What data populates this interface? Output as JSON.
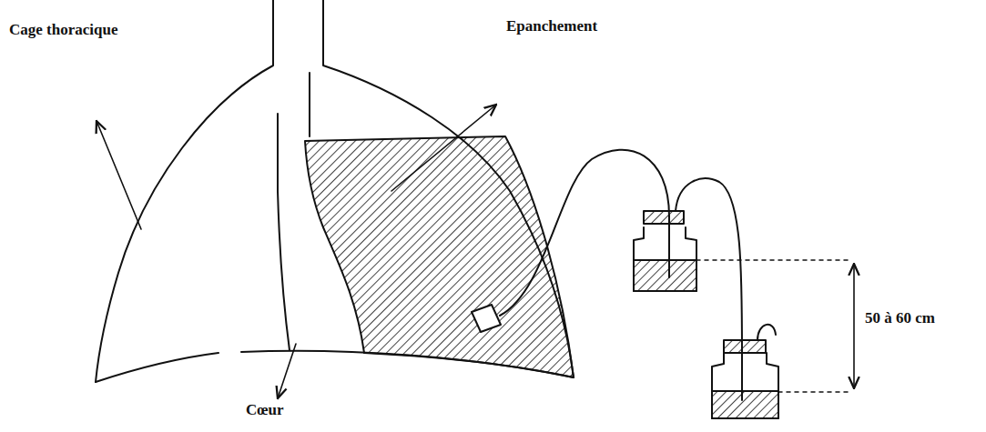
{
  "diagram": {
    "labels": [
      "Cage thoracique",
      "Epanchement",
      "Cœur",
      "50 à 60 cm"
    ]
  }
}
